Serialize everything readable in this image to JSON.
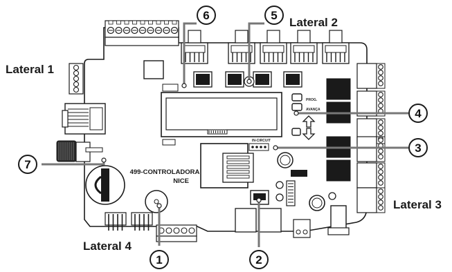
{
  "labels": {
    "lateral_1": "Lateral 1",
    "lateral_2": "Lateral 2",
    "lateral_3": "Lateral 3",
    "lateral_4": "Lateral 4",
    "board_name_line1": "499-CONTROLADORA",
    "board_name_line2": "NICE",
    "prog": "PROG.",
    "avanca": "AVANÇA",
    "in_circuit": "IN-CIRCUIT"
  },
  "callouts": [
    "1",
    "2",
    "3",
    "4",
    "5",
    "6",
    "7"
  ],
  "colors": {
    "line": "#1a1a1a",
    "board": "#ffffff",
    "fill_dark": "#1a1a1a",
    "fill_mid": "#777777"
  }
}
